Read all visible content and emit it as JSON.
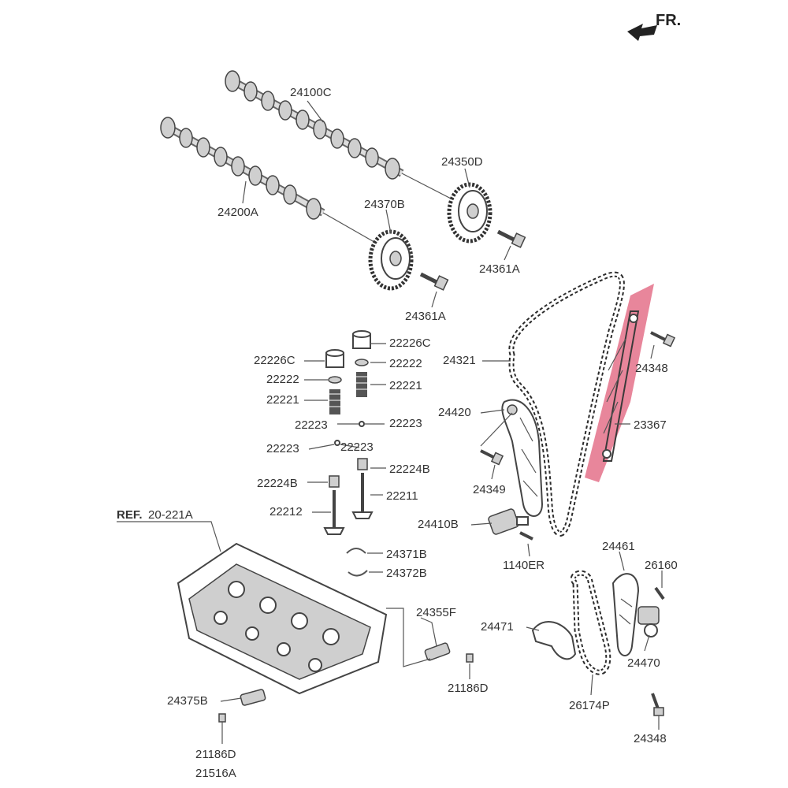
{
  "direction": {
    "label": "FR."
  },
  "reference": {
    "prefix": "REF.",
    "code": "20-221A"
  },
  "highlight_color": "#e05d7a",
  "part_numbers": {
    "camshaft_exhaust": "24100C",
    "camshaft_intake": "24200A",
    "sprocket_exhaust": "24350D",
    "sprocket_intake": "24370B",
    "bolt_sprocket_1": "24361A",
    "bolt_sprocket_2": "24361A",
    "timing_chain": "24321",
    "bolt_guide_top": "24348",
    "chain_guide": "23367",
    "tensioner_arm": "24420",
    "bolt_arm": "24349",
    "tensioner": "24410B",
    "bolt_tensioner": "1140ER",
    "tappet_right": "22226C",
    "tappet_left": "22226C",
    "retainer_right": "22222",
    "retainer_left": "22222",
    "spring_right": "22221",
    "spring_left": "22221",
    "cotter_1": "22223",
    "cotter_2": "22223",
    "cotter_3": "22223",
    "cotter_4": "22223",
    "seal_right": "22224B",
    "seal_left": "22224B",
    "valve_exhaust": "22211",
    "valve_intake": "22212",
    "shim_1": "24371B",
    "shim_2": "24372B",
    "sensor_355": "24355F",
    "bolt_186_right": "21186D",
    "sensor_375": "24375B",
    "bolt_186_left": "21186D",
    "bolt_516": "21516A",
    "oil_pump_guide": "24461",
    "bolt_160": "26160",
    "oil_pump_lever": "24471",
    "oil_pump_tensioner": "24470",
    "oil_pump_chain": "26174P",
    "bolt_guide_bottom": "24348"
  }
}
